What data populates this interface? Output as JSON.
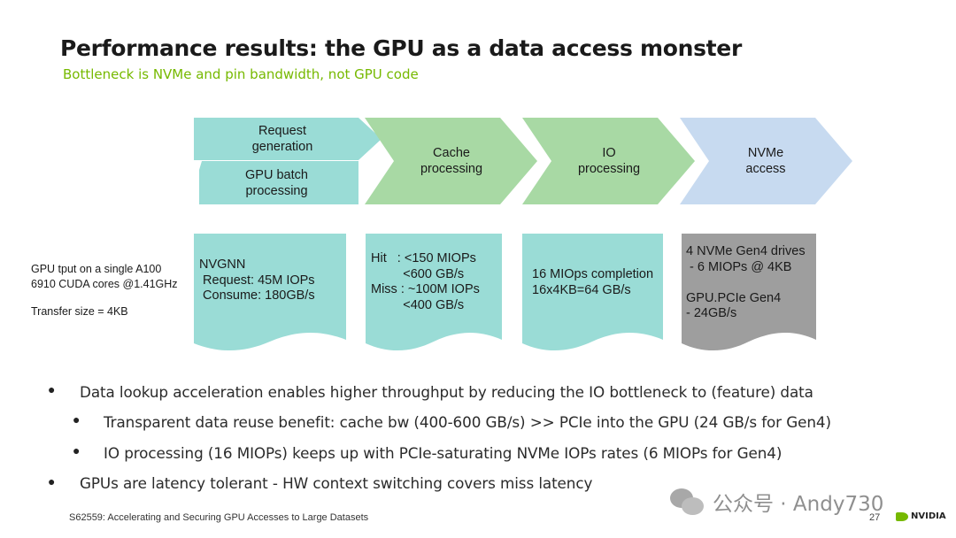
{
  "slide": {
    "title": "Performance results: the GPU as a data access monster",
    "subtitle": "Bottleneck is NVMe and pin bandwidth, not GPU code"
  },
  "pipeline": {
    "stages": [
      {
        "label": "Request\ngeneration",
        "color": "#9adcd6"
      },
      {
        "label": "GPU batch\nprocessing",
        "color": "#9adcd6"
      },
      {
        "label": "Cache\nprocessing",
        "color": "#a8d9a4"
      },
      {
        "label": "IO\nprocessing",
        "color": "#a8d9a4"
      },
      {
        "label": "NVMe\naccess",
        "color": "#c7daf0"
      }
    ]
  },
  "notes": {
    "gpu_tput": "GPU tput on a single A100",
    "cuda_cores": "6910 CUDA cores @1.41GHz",
    "transfer_size": "Transfer size = 4KB"
  },
  "boxes": [
    {
      "text": "NVGNN\n Request: 45M IOPs\n Consume: 180GB/s",
      "color": "#9adcd6"
    },
    {
      "text": "Hit   : <150 MIOPs\n         <600 GB/s\nMiss : ~100M IOPs\n         <400 GB/s",
      "color": "#9adcd6"
    },
    {
      "text": "16 MIOps completion\n16x4KB=64 GB/s",
      "color": "#9adcd6"
    },
    {
      "text": "4 NVMe Gen4 drives\n - 6 MIOPs @ 4KB\n\nGPU.PCIe Gen4\n- 24GB/s",
      "color": "#9e9e9e"
    }
  ],
  "bullets": [
    {
      "level": 1,
      "text": "Data lookup acceleration enables higher throughput by reducing the IO bottleneck to (feature) data"
    },
    {
      "level": 2,
      "text": "Transparent data reuse benefit: cache bw (400-600 GB/s) >> PCIe into the GPU (24 GB/s for Gen4)"
    },
    {
      "level": 2,
      "text": "IO processing (16 MIOPs) keeps up with PCIe-saturating NVMe IOPs rates (6 MIOPs for Gen4)"
    },
    {
      "level": 1,
      "text": "GPUs are latency tolerant - HW context switching covers miss latency"
    }
  ],
  "footer": {
    "session": "S62559: Accelerating and Securing GPU Accesses to Large Datasets",
    "page": "27",
    "logo_text": "NVIDIA"
  },
  "watermark": {
    "text": "公众号 · Andy730",
    "icon": "wechat-icon"
  },
  "colors": {
    "accent": "#76b900",
    "teal": "#9adcd6",
    "green": "#a8d9a4",
    "blue": "#c7daf0",
    "gray": "#9e9e9e"
  }
}
